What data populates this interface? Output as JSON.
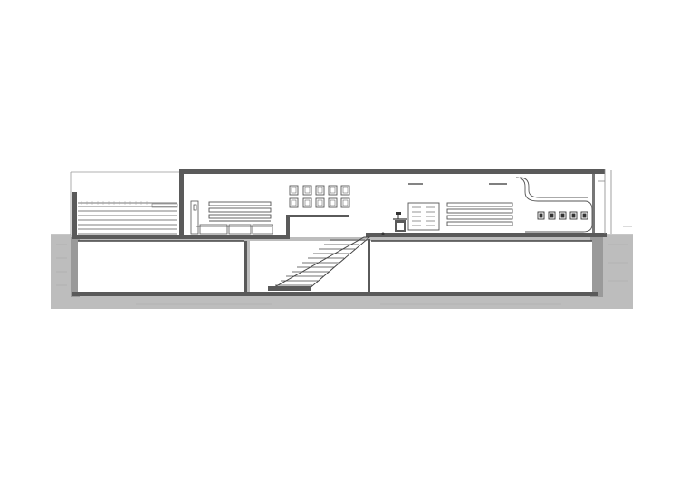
{
  "drawing": {
    "type": "architectural building section",
    "colors": {
      "background": "#ffffff",
      "ground_fill": "#bdbdbd",
      "ground_dark": "#9a9a9a",
      "wall_fill": "#5a5a5a",
      "line": "#333333",
      "light_line": "#8a8a8a",
      "furniture_line": "#555555"
    },
    "elements": [
      "ground-section",
      "basement-left",
      "basement-right",
      "main-hall",
      "roof-slab",
      "roof-terrace-bleachers",
      "interior-staircase",
      "gallery-frames",
      "display-shelves",
      "reception-desk",
      "curved-wall",
      "right-exhibit-niches",
      "entry-canopy"
    ]
  }
}
